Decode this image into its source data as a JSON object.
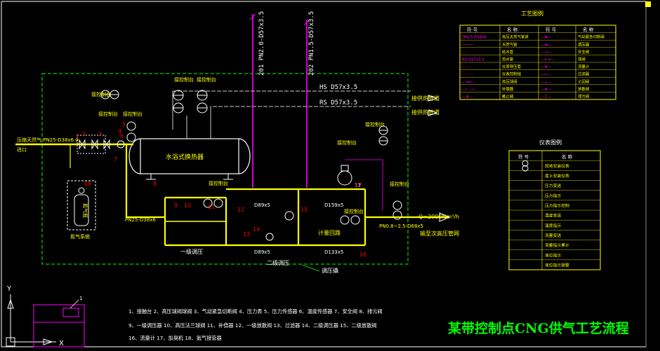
{
  "title": "某带控制点CNG供气工艺流程",
  "colors": {
    "bg": "#000000",
    "gas_line": "#ffff00",
    "hot_water": "#5a5a5a",
    "frame": "#ffffff",
    "text": "#ffffff",
    "label": "#ffff00",
    "instr": "#ffffff",
    "magenta": "#ff00ff",
    "cyan": "#00ffff",
    "green": "#00ff00",
    "red_num": "#ff0000"
  },
  "pipes": {
    "hs": "HS  D57x3.5",
    "rs": "RS  D57x3.5",
    "p201": "201  PN2.0-D57x3.5",
    "p202": "202  PN1.5-D57x3.5",
    "inlet": "压缩天然气  PN25-D38x6.0",
    "inlet2": "进口",
    "pn25": "PN25-D38x6",
    "outlet": "Q=2000Nm³/h",
    "outlet_spec": "PN0.8~2.5-D68x5",
    "outlet_label": "输至次高压管网",
    "d89a": "D89x5",
    "d89b": "D89x5",
    "d159": "D159x5",
    "d133": "D133x5",
    "to_hs": "接供热管道",
    "to_rs": "接供热管道"
  },
  "labels": {
    "exchanger": "水浴式换热器",
    "nitrogen": "氮气瓶",
    "nitrogen_sys": "氮气系统",
    "stage1": "一级调压",
    "stage2": "二级调压",
    "metering": "计量回路",
    "skid": "调压撬",
    "remote": "接控制台",
    "odor": "17"
  },
  "callouts": [
    "1",
    "2",
    "3",
    "4",
    "5",
    "6",
    "7",
    "8",
    "9",
    "10",
    "11",
    "12",
    "13",
    "14",
    "15",
    "16",
    "17",
    "18"
  ],
  "notes": [
    "1、接触台  2、高压球阀球阀  3、气动紧急切断阀  4、压力表  5、压力传感器  6、温度传感器  7、安全阀  8、排污阀",
    "9、一级调压器  10、高压法兰球阀  11、补偿器  12、一级放散阀  13、过滤器  14、二级调压器  15、二级放散阀",
    "16、流量计  17、加臭机  18、氮气接管器"
  ],
  "process_legend": {
    "title": "工艺图例",
    "headers": [
      "符 号",
      "名 称",
      "符 号",
      "名 称"
    ],
    "rows": [
      [
        "DN25-D38x6",
        "高压天然气管道",
        "—⊠—",
        "气动紧急切断阀"
      ],
      [
        "─────",
        "天然气管",
        "—⋈—",
        "调压器"
      ],
      [
        "- - -",
        "给水管",
        "—↗—",
        "安全阀"
      ],
      [
        "RS-D57x3.5",
        "热水管",
        "—⊳⊲—",
        "球阀"
      ],
      [
        "- - - -",
        "仪表导压管",
        "—⊞—",
        "流量计"
      ],
      [
        "··········",
        "仪表控制线",
        "—◇—",
        "过滤器"
      ],
      [
        "—⊲⊳—",
        "高压球阀",
        "—⊥—",
        "止回阀"
      ],
      [
        "—⊢⊣—",
        "补偿器",
        "—⊕—",
        "放散阀"
      ],
      [
        "—⊗—",
        "截止阀",
        "—↧—",
        "排污阀"
      ]
    ]
  },
  "instrument_legend": {
    "title": "仪表图例",
    "headers": [
      "符 号",
      "名 称"
    ],
    "rows": [
      [
        "◎",
        "就地安装仪表"
      ],
      [
        "",
        "盘上安装仪表"
      ],
      [
        "",
        "压力变送"
      ],
      [
        "",
        "压力指示"
      ],
      [
        "",
        "压力指示控制"
      ],
      [
        "",
        "温度变送"
      ],
      [
        "",
        "温度指示"
      ],
      [
        "",
        "流量变送"
      ],
      [
        "",
        "流量指示累计"
      ],
      [
        "",
        "液位指示"
      ],
      [
        "",
        "液位指示报警"
      ]
    ]
  },
  "ucs": {
    "y": "Y",
    "x": "X",
    "tag": "1"
  }
}
